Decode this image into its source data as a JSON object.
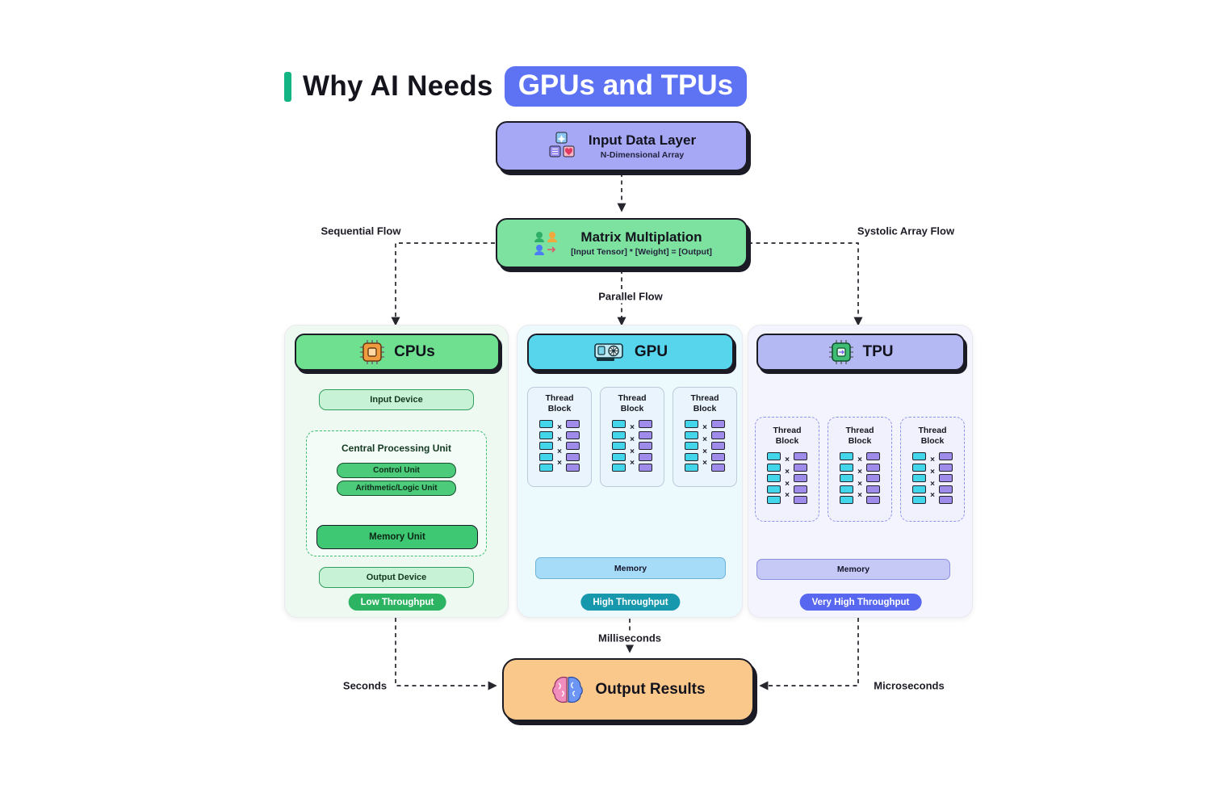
{
  "title": {
    "prefix": "Why AI Needs",
    "highlight": "GPUs and TPUs"
  },
  "input_layer": {
    "title": "Input Data Layer",
    "subtitle": "N-Dimensional Array"
  },
  "matrix": {
    "title": "Matrix Multiplation",
    "subtitle": "[Input Tensor] * [Weight] = [Output]"
  },
  "flows": {
    "sequential": "Sequential Flow",
    "parallel": "Parallel Flow",
    "systolic": "Systolic Array Flow"
  },
  "cpu": {
    "title": "CPUs",
    "input_device": "Input Device",
    "unit_label": "Central Processing Unit",
    "control_unit": "Control Unit",
    "alu": "Arithmetic/Logic Unit",
    "memory_unit": "Memory Unit",
    "output_device": "Output Device",
    "badge": "Low Throughput"
  },
  "gpu": {
    "title": "GPU",
    "thread_block": "Thread Block",
    "memory": "Memory",
    "badge": "High Throughput"
  },
  "tpu": {
    "title": "TPU",
    "thread_block": "Thread Block",
    "memory": "Memory",
    "badge": "Very High Throughput"
  },
  "output": {
    "title": "Output Results"
  },
  "timing": {
    "cpu": "Seconds",
    "gpu": "Milliseconds",
    "tpu": "Microseconds"
  },
  "symbols": {
    "multiply": "×"
  },
  "colors": {
    "title_highlight": "#5d73f3",
    "accent_bar": "#12b583",
    "input_box": "#a6a8f6",
    "matrix_box": "#7de2a0",
    "cpu_green": "#6fdf90",
    "gpu_cyan": "#57d5ec",
    "tpu_purple": "#b4b8f3",
    "output_orange": "#fbc88c",
    "low_badge": "#2db463",
    "high_badge": "#1798ad",
    "very_high_badge": "#5767ef",
    "cell_cyan": "#43d5ea",
    "cell_purple": "#9f8cea"
  }
}
